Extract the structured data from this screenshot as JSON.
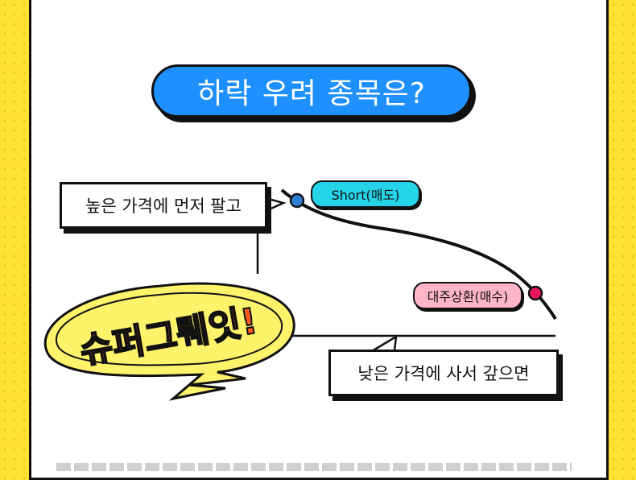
{
  "title": "하락 우려 종목은?",
  "callouts": {
    "top": "높은 가격에 먼저 팔고",
    "bottom": "낮은 가격에 사서 갚으면"
  },
  "tags": {
    "short": "Short(매도)",
    "cover": "대주상환(매수)"
  },
  "burst_text": "슈퍼그뤠잇!",
  "colors": {
    "background": "#fde235",
    "title_pill": "#1e90ff",
    "short_tag": "#26d4ea",
    "cover_tag": "#ffb6c8",
    "short_dot": "#2f7fd6",
    "cover_dot": "#e8185e",
    "burst_fill": "#fff36b",
    "burst_text": "#ff5a1a"
  }
}
